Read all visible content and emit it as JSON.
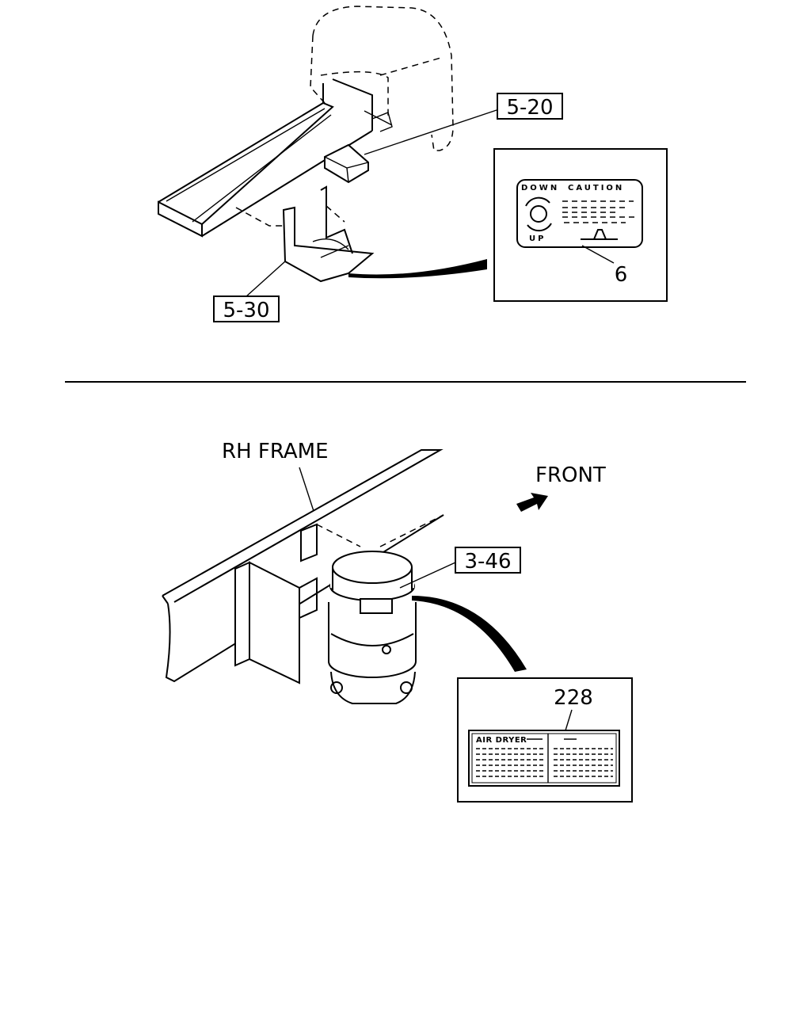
{
  "top_panel": {
    "callouts": [
      "5-20",
      "5-30"
    ],
    "caution_decal": {
      "part_number": "6",
      "texts": [
        "DOWN",
        "CAUTION",
        "UP"
      ]
    }
  },
  "bottom_panel": {
    "frame_label": "RH FRAME",
    "direction_label": "FRONT",
    "callout": "3-46",
    "air_dryer_decal": {
      "part_number": "228",
      "title": "AIR DRYER"
    }
  }
}
